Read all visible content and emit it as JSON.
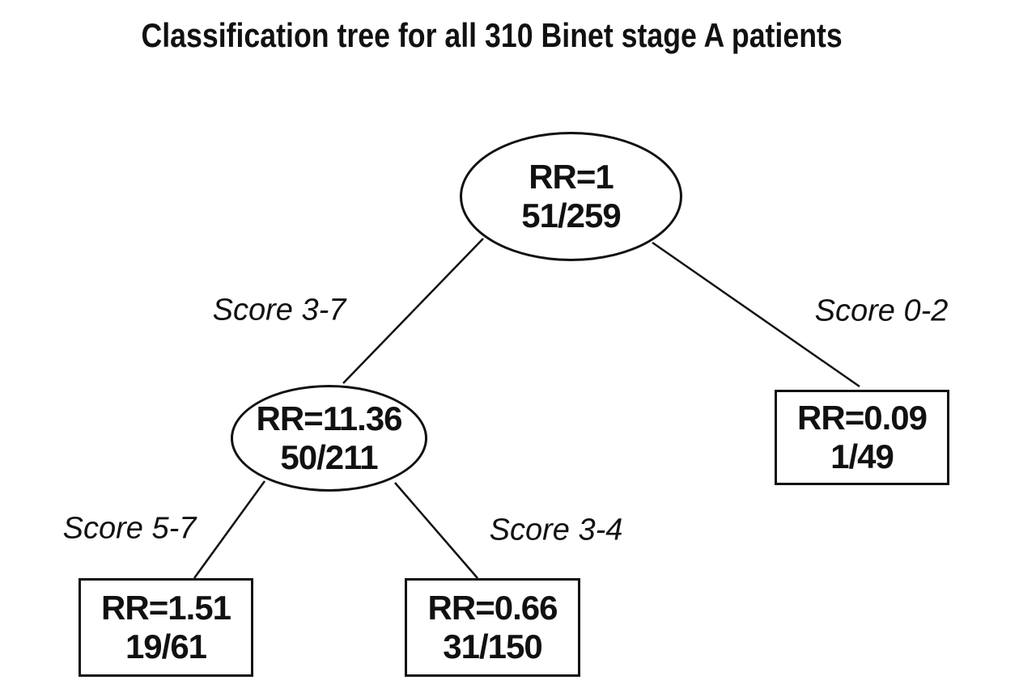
{
  "title": "Classification tree for all 310 Binet stage A patients",
  "colors": {
    "ink": "#111111",
    "background": "#ffffff"
  },
  "tree": {
    "nodes": {
      "root": {
        "shape": "ellipse",
        "rr": "RR=1",
        "count": "51/259"
      },
      "score37": {
        "shape": "ellipse",
        "rr": "RR=11.36",
        "count": "50/211"
      },
      "score02": {
        "shape": "rect",
        "rr": "RR=0.09",
        "count": "1/49"
      },
      "score57": {
        "shape": "rect",
        "rr": "RR=1.51",
        "count": "19/61"
      },
      "score34": {
        "shape": "rect",
        "rr": "RR=0.66",
        "count": "31/150"
      }
    },
    "edge_labels": {
      "root_left": "Score 3-7",
      "root_right": "Score 0-2",
      "mid_left": "Score 5-7",
      "mid_right": "Score 3-4"
    }
  }
}
